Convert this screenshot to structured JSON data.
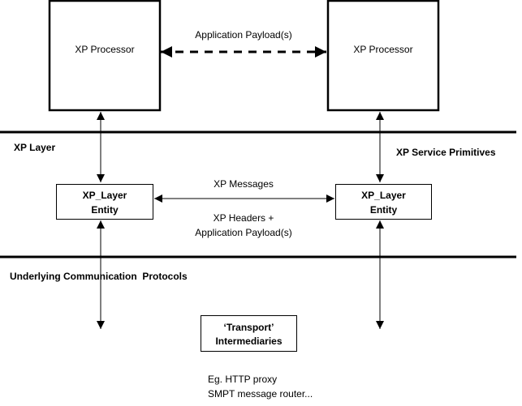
{
  "diagram": {
    "colors": {
      "stroke": "#000000",
      "background": "#ffffff"
    },
    "processor_left": {
      "label": "XP Processor"
    },
    "processor_right": {
      "label": "XP Processor"
    },
    "payload_link": {
      "label": "Application Payload(s)",
      "style": "dashed",
      "direction": "bidirectional"
    },
    "layer_label": "XP Layer",
    "service_primitives_label": "XP Service Primitives",
    "entity_left": {
      "line1": "XP_Layer",
      "line2": "Entity"
    },
    "entity_right": {
      "line1": "XP_Layer",
      "line2": "Entity"
    },
    "messages_link": {
      "label_top": "XP Messages",
      "label_bottom_line1": "XP Headers +",
      "label_bottom_line2": "Application Payload(s)",
      "direction": "bidirectional"
    },
    "underlying_label": "Underlying Communication  Protocols",
    "transport": {
      "line1": "‘Transport’",
      "line2": "Intermediaries"
    },
    "examples": {
      "line1": "Eg. HTTP proxy",
      "line2": "SMPT message router..."
    }
  }
}
